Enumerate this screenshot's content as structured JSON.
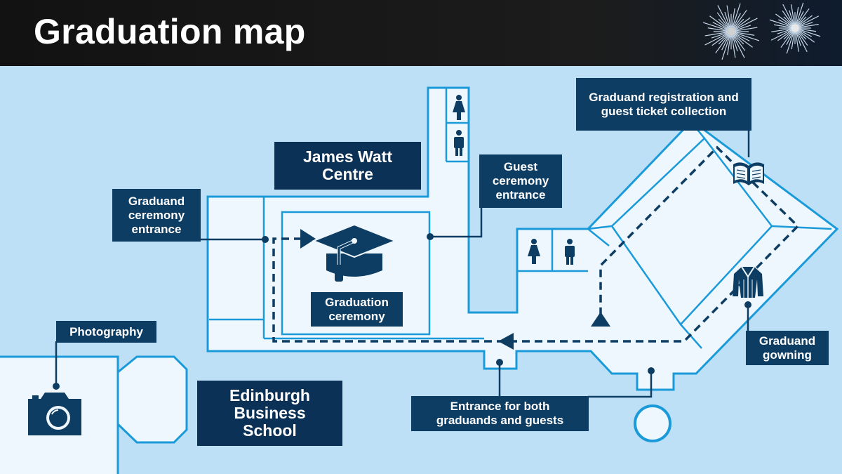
{
  "title": "Graduation map",
  "colors": {
    "header_bg": "#161616",
    "background": "#bde0f7",
    "floor": "#eef7fd",
    "wall": "#1a9ad9",
    "label_bg": "#0e3d64",
    "building_bg": "#0b3156",
    "route": "#0e3d64"
  },
  "buildings": {
    "james_watt": "James Watt\nCentre",
    "business_school": "Edinburgh\nBusiness\nSchool"
  },
  "labels": {
    "graduand_entrance": "Graduand\nceremony\nentrance",
    "guest_entrance": "Guest\nceremony\nentrance",
    "registration": "Graduand registration and\nguest ticket collection",
    "ceremony": "Graduation\nceremony",
    "photography": "Photography",
    "gowning": "Graduand\ngowning",
    "main_entrance": "Entrance for both\ngraduands and guests"
  },
  "icons": {
    "ceremony": "graduation-cap-icon",
    "photography": "camera-icon",
    "registration": "open-book-icon",
    "gowning": "gown-icon",
    "toilets": [
      "female-toilet-icon",
      "male-toilet-icon"
    ]
  }
}
